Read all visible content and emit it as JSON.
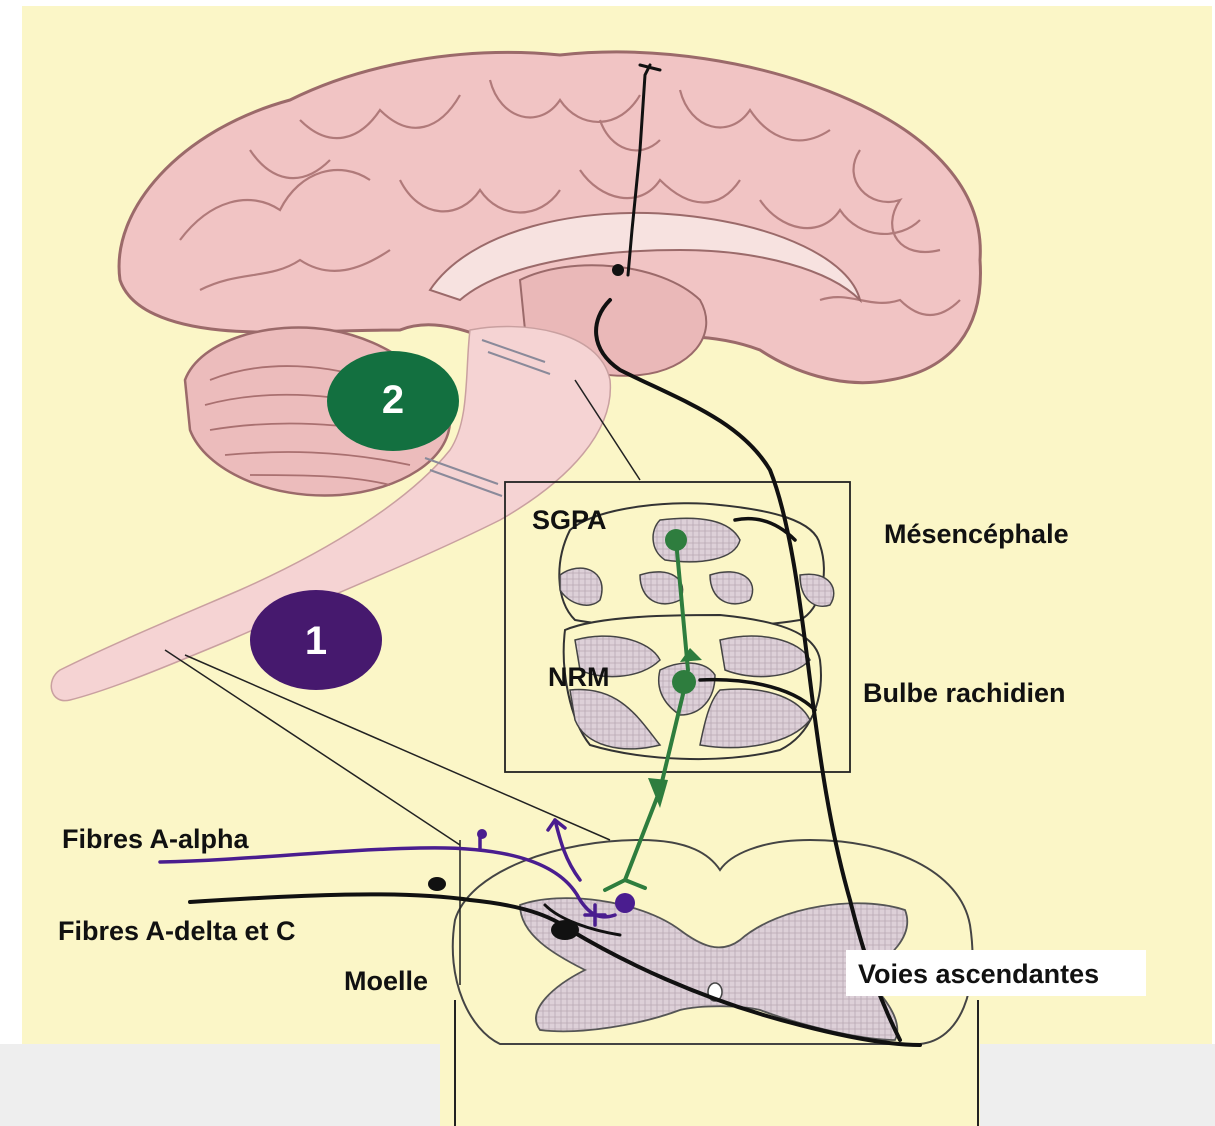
{
  "badges": {
    "one": "1",
    "two": "2"
  },
  "labels": {
    "sgpa": "SGPA",
    "mesencephale": "Mésencéphale",
    "nrm": "NRM",
    "bulbe": "Bulbe rachidien",
    "fibres_alpha": "Fibres A-alpha",
    "fibres_delta": "Fibres A-delta et C",
    "moelle": "Moelle",
    "voies": "Voies ascendantes"
  },
  "colors": {
    "background": "#fbf6c7",
    "brain": "#f1c4c4",
    "brain_outline": "#9b6a6a",
    "gray_matter": "#d8c8d2",
    "green_pathway": "#2e7d3e",
    "badge_two": "#137040",
    "purple_pathway": "#4a1d8f",
    "badge_one": "#46196e",
    "black_pathway": "#111111"
  }
}
